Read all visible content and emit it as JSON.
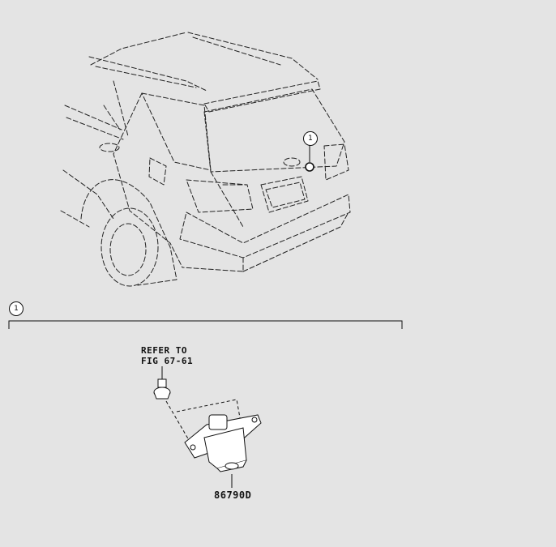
{
  "callout": {
    "number": "1"
  },
  "section": {
    "callout_number": "1"
  },
  "refer_note": {
    "line1": "REFER TO",
    "line2": "FIG 67-61"
  },
  "part": {
    "number": "86790D"
  }
}
